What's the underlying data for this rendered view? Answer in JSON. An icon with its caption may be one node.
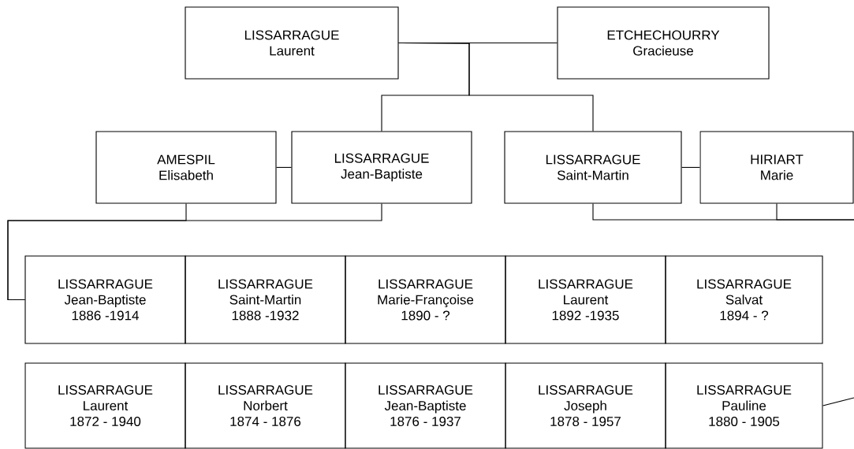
{
  "diagram": {
    "nodes": [
      {
        "text": [
          "LISSARRAGUE",
          "Laurent"
        ]
      },
      {
        "text": [
          "ETCHECHOURRY",
          "Gracieuse"
        ]
      },
      {
        "text": [
          "AMESPIL",
          "Elisabeth"
        ]
      },
      {
        "text": [
          "LISSARRAGUE",
          "Jean-Baptiste"
        ]
      },
      {
        "text": [
          "LISSARRAGUE",
          "Saint-Martin"
        ]
      },
      {
        "text": [
          "HIRIART",
          "Marie"
        ]
      },
      {
        "text": [
          "LISSARRAGUE",
          "Jean-Baptiste",
          "1886 -1914"
        ]
      },
      {
        "text": [
          "LISSARRAGUE",
          "Saint-Martin",
          "1888 -1932"
        ]
      },
      {
        "text": [
          "LISSARRAGUE",
          "Marie-Françoise",
          "1890 - ?"
        ]
      },
      {
        "text": [
          "LISSARRAGUE",
          "Laurent",
          "1892 -1935"
        ]
      },
      {
        "text": [
          "LISSARRAGUE",
          "Salvat",
          "1894 - ?"
        ]
      },
      {
        "text": [
          "LISSARRAGUE",
          "Laurent",
          "1872 - 1940"
        ]
      },
      {
        "text": [
          "LISSARRAGUE",
          "Norbert",
          "1874 - 1876"
        ]
      },
      {
        "text": [
          "LISSARRAGUE",
          "Jean-Baptiste",
          "1876 - 1937"
        ]
      },
      {
        "text": [
          "LISSARRAGUE",
          "Joseph",
          "1878 - 1957"
        ]
      },
      {
        "text": [
          "LISSARRAGUE",
          "Pauline",
          "1880 - 1905"
        ]
      }
    ],
    "edges": [
      {
        "from": 0,
        "to": 1,
        "arrow": "none"
      },
      {
        "from": 0,
        "to": 3,
        "arrow": "none"
      },
      {
        "from": 0,
        "to": 4,
        "arrow": "none"
      },
      {
        "from": 2,
        "to": 3,
        "arrow": "none"
      },
      {
        "from": 4,
        "to": 5,
        "arrow": "none"
      },
      {
        "from": 2,
        "to": 6,
        "arrow": "none"
      },
      {
        "from": 3,
        "to": 6,
        "arrow": "none"
      },
      {
        "from": 4,
        "to": null,
        "arrow": "none"
      },
      {
        "from": 5,
        "to": null,
        "arrow": "none"
      },
      {
        "from": 15,
        "to": null,
        "arrow": "none"
      }
    ]
  }
}
